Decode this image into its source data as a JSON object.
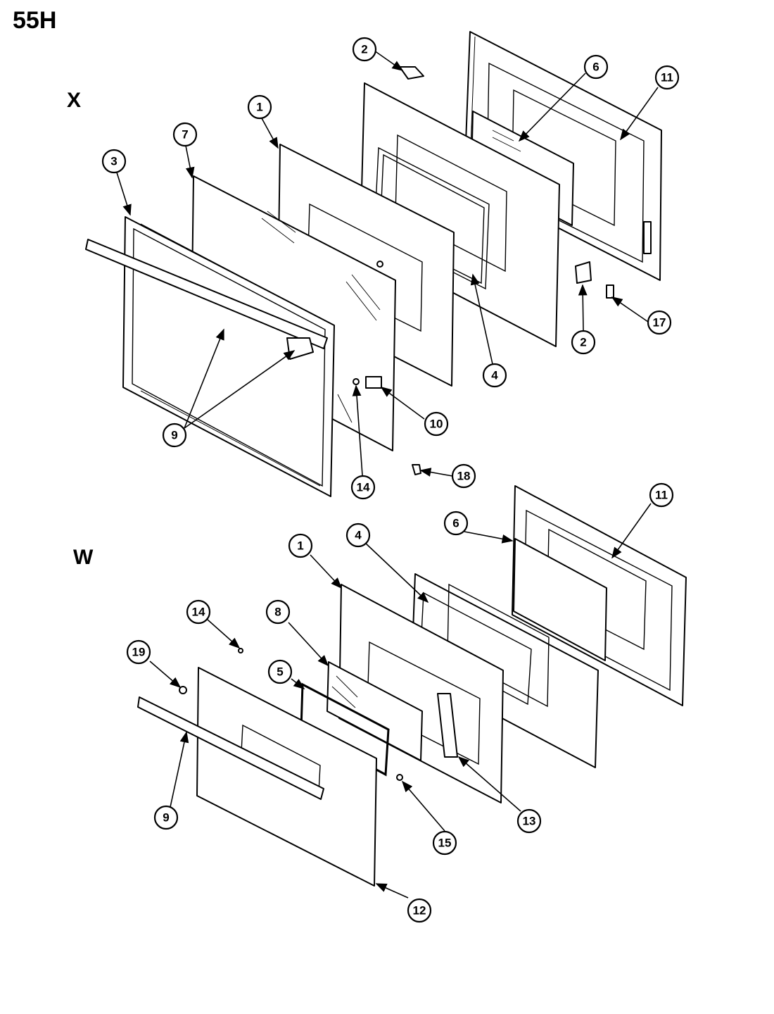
{
  "page_code": "55H",
  "views": {
    "x": {
      "label": "X"
    },
    "w": {
      "label": "W"
    }
  },
  "callouts_x": [
    "2",
    "6",
    "11",
    "1",
    "7",
    "3",
    "4",
    "2",
    "17",
    "10",
    "9",
    "14",
    "18"
  ],
  "callouts_w": [
    "11",
    "6",
    "4",
    "1",
    "14",
    "8",
    "19",
    "5",
    "13",
    "15",
    "9",
    "12"
  ]
}
